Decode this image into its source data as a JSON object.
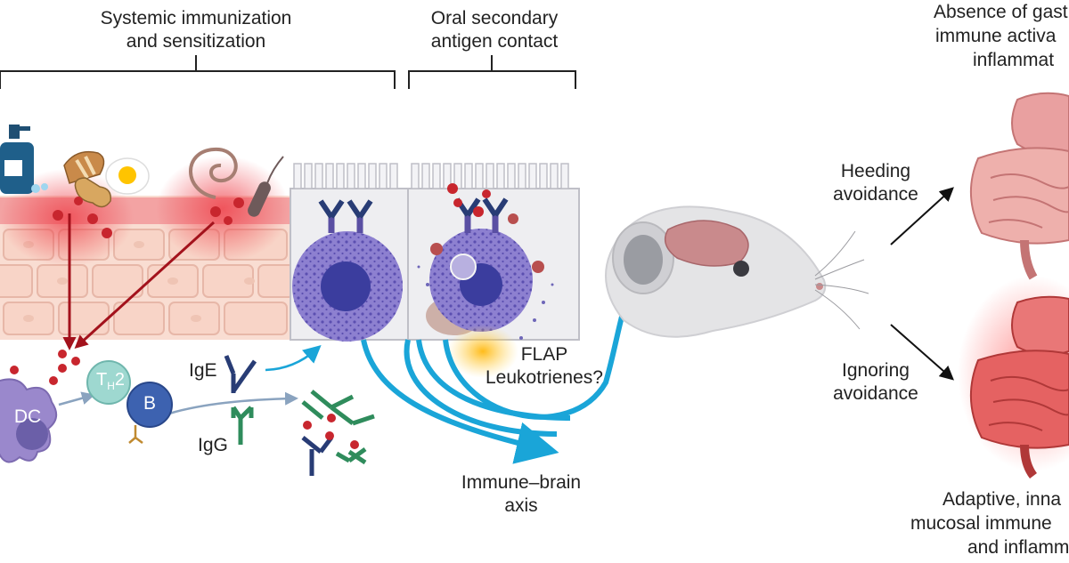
{
  "phases": {
    "systemic_line1": "Systemic immunization",
    "systemic_line2": "and sensitization",
    "oral_line1": "Oral secondary",
    "oral_line2": "antigen contact"
  },
  "cells": {
    "dc": "DC",
    "th2_main": "T",
    "th2_sub": "H",
    "th2_sup": "2",
    "b": "B"
  },
  "antibodies": {
    "ige": "IgE",
    "igg": "IgG"
  },
  "mediators": {
    "flap": "FLAP",
    "leukotrienes": "Leukotrienes?"
  },
  "axis": {
    "line1": "Immune–brain",
    "line2": "axis"
  },
  "behaviour": {
    "heeding_line1": "Heeding",
    "heeding_line2": "avoidance",
    "ignoring_line1": "Ignoring",
    "ignoring_line2": "avoidance"
  },
  "outcomes": {
    "top_line1": "Absence of gastr",
    "top_line2": "immune activa",
    "top_line3": "inflammat",
    "bottom_line1": "Adaptive, inna",
    "bottom_line2": "mucosal immune",
    "bottom_line3": "and inflamm"
  },
  "colors": {
    "tissue_pink": "#f6c9c2",
    "skin_red": "#e94d57",
    "cell_purple": "#8d80d0",
    "nucleus_blue": "#3b3d9e",
    "arrow_cyan": "#1aa5d8",
    "antibody_navy": "#283c75",
    "antibody_green": "#2f8c5c",
    "dark_red_arrow": "#a3121c",
    "gut_pink": "#e9a0a0",
    "gut_inflamed": "#e23a3a"
  }
}
